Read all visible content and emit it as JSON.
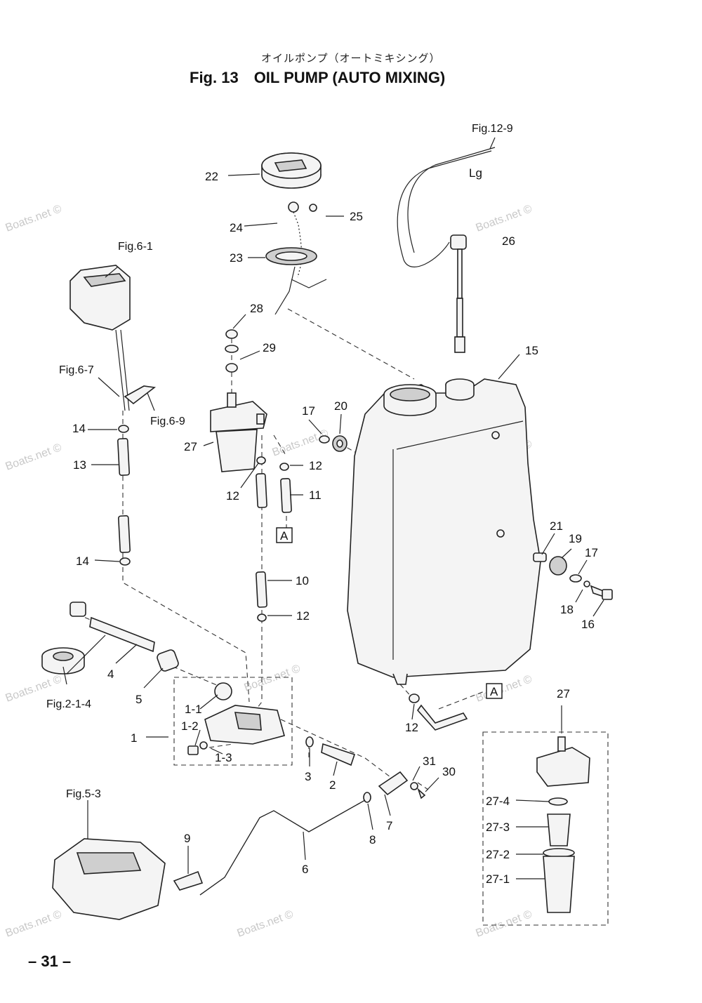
{
  "header": {
    "subtitle_jp": "オイルポンプ（オートミキシング）",
    "fig_number": "Fig. 13",
    "title": "OIL PUMP (AUTO MIXING)"
  },
  "page_number": "– 31 –",
  "watermark": "Boats.net ©",
  "callouts": {
    "c22": "22",
    "c24": "24",
    "c25": "25",
    "c23": "23",
    "c26": "26",
    "c28": "28",
    "c29": "29",
    "c15": "15",
    "c17a": "17",
    "c20": "20",
    "c27a": "27",
    "c12a": "12",
    "c12b": "12",
    "c11": "11",
    "c10": "10",
    "c12c": "12",
    "c21": "21",
    "c19": "19",
    "c17b": "17",
    "c18": "18",
    "c16": "16",
    "c14a": "14",
    "c13": "13",
    "c14b": "14",
    "c4": "4",
    "c5": "5",
    "c1_1": "1-1",
    "c1_2": "1-2",
    "c1_3": "1-3",
    "c1": "1",
    "c3": "3",
    "c2": "2",
    "c12d": "12",
    "c31": "31",
    "c30": "30",
    "c7": "7",
    "c8": "8",
    "c6": "6",
    "c9": "9",
    "c27b": "27",
    "c27_4": "27-4",
    "c27_3": "27-3",
    "c27_2": "27-2",
    "c27_1": "27-1",
    "lg": "Lg",
    "box_a1": "A",
    "box_a2": "A"
  },
  "references": {
    "fig12_9": "Fig.12-9",
    "fig6_1": "Fig.6-1",
    "fig6_7": "Fig.6-7",
    "fig6_9": "Fig.6-9",
    "fig2_1_4": "Fig.2-1-4",
    "fig5_3": "Fig.5-3"
  }
}
